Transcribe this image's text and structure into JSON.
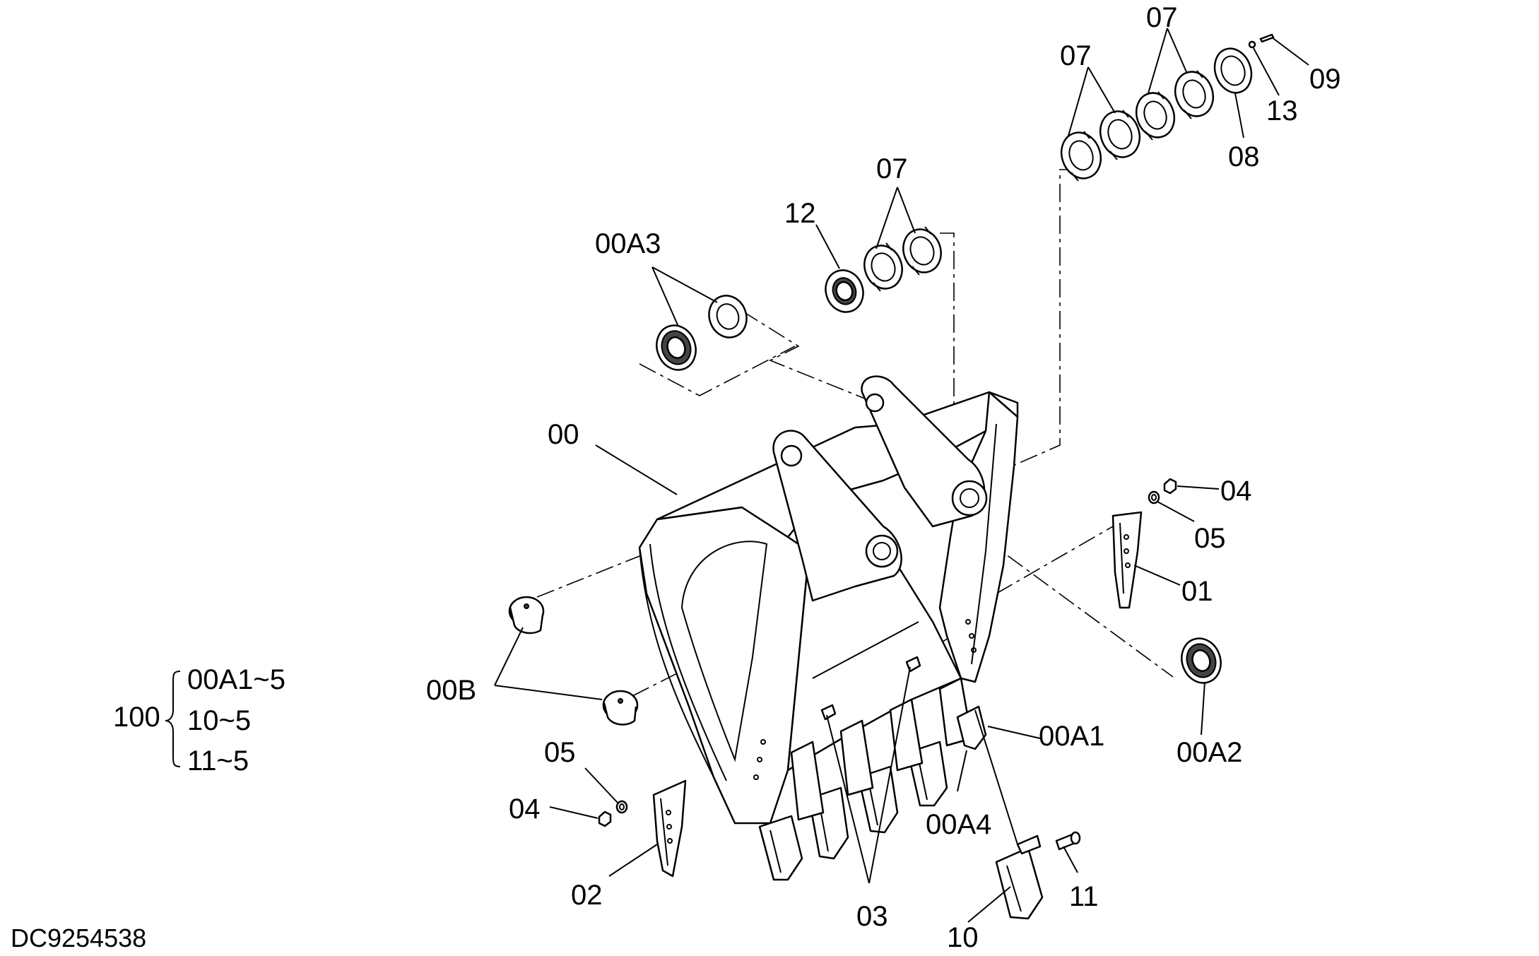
{
  "drawing_id": "DC9254538",
  "assembly_legend": {
    "number": "100",
    "entries": [
      "00A1~5",
      "10~5",
      "11~5"
    ]
  },
  "labels": {
    "l_00": "00",
    "l_00A1": "00A1",
    "l_00A2": "00A2",
    "l_00A3": "00A3",
    "l_00A4": "00A4",
    "l_00B": "00B",
    "l_01": "01",
    "l_02": "02",
    "l_03": "03",
    "l_04_right": "04",
    "l_04_left": "04",
    "l_05_right": "05",
    "l_05_left": "05",
    "l_07_mid": "07",
    "l_07_upper_left": "07",
    "l_07_upper_right": "07",
    "l_08": "08",
    "l_09": "09",
    "l_10": "10",
    "l_11": "11",
    "l_12": "12",
    "l_13": "13"
  }
}
